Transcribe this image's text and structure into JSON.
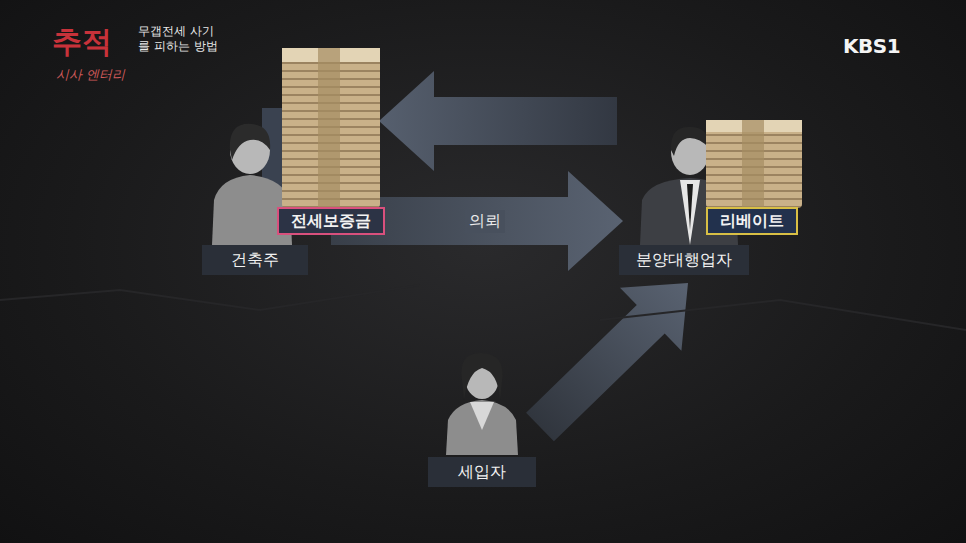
{
  "diagram": {
    "title": "추적",
    "nodes": [
      {
        "text": [
          "전세보증금"
        ]
      },
      {
        "text": [
          "리베이트"
        ]
      },
      {
        "text": [
          "건축주"
        ]
      },
      {
        "text": [
          "분양대행업자"
        ]
      },
      {
        "text": [
          "세입자"
        ]
      }
    ],
    "edges": [
      {
        "from": 3,
        "to": 2,
        "arrow": "to"
      },
      {
        "from": 2,
        "to": 3,
        "label": "의뢰",
        "arrow": "to"
      },
      {
        "from": 4,
        "to": 3,
        "arrow": "to"
      }
    ],
    "labels": [
      "무갭전세 사기를 피하는 방법",
      "시사 엔터리",
      "KBS1"
    ]
  }
}
